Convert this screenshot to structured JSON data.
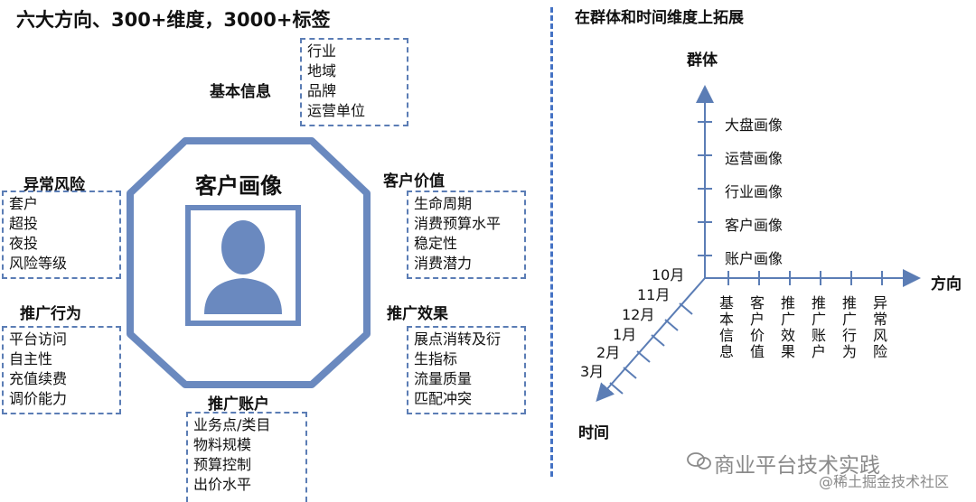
{
  "left": {
    "title": "六大方向、300+维度，3000+标签",
    "center_label": "客户画像",
    "groups": [
      {
        "key": "basic",
        "head": "基本信息",
        "items": [
          "行业",
          "地域",
          "品牌",
          "运营单位"
        ]
      },
      {
        "key": "risk",
        "head": "异常风险",
        "items": [
          "套户",
          "超投",
          "夜投",
          "风险等级"
        ]
      },
      {
        "key": "value",
        "head": "客户价值",
        "items": [
          "生命周期",
          "消费预算水平",
          "稳定性",
          "消费潜力"
        ]
      },
      {
        "key": "behavior",
        "head": "推广行为",
        "items": [
          "平台访问",
          "自主性",
          "充值续费",
          "调价能力"
        ]
      },
      {
        "key": "effect",
        "head": "推广效果",
        "items": [
          "展点消转及衍",
          "生指标",
          "流量质量",
          "匹配冲突"
        ]
      },
      {
        "key": "account",
        "head": "推广账户",
        "items": [
          "业务点/类目",
          "物料规模",
          "预算控制",
          "出价水平"
        ]
      }
    ]
  },
  "right": {
    "title": "在群体和时间维度上拓展",
    "axis_y_label": "群体",
    "axis_x_label": "方向",
    "axis_t_label": "时间",
    "y_items": [
      "大盘画像",
      "运营画像",
      "行业画像",
      "客户画像",
      "账户画像"
    ],
    "x_items": [
      "基本信息",
      "客户价值",
      "推广效果",
      "推广账户",
      "推广行为",
      "异常风险"
    ],
    "t_items": [
      "10月",
      "11月",
      "12月",
      "1月",
      "2月",
      "3月"
    ]
  },
  "watermark": {
    "line1": "商业平台技术实践",
    "line2": "@稀土掘金技术社区"
  },
  "colors": {
    "accent": "#5b7db5",
    "divider": "#4472c4",
    "hex": "#6a89bf"
  }
}
